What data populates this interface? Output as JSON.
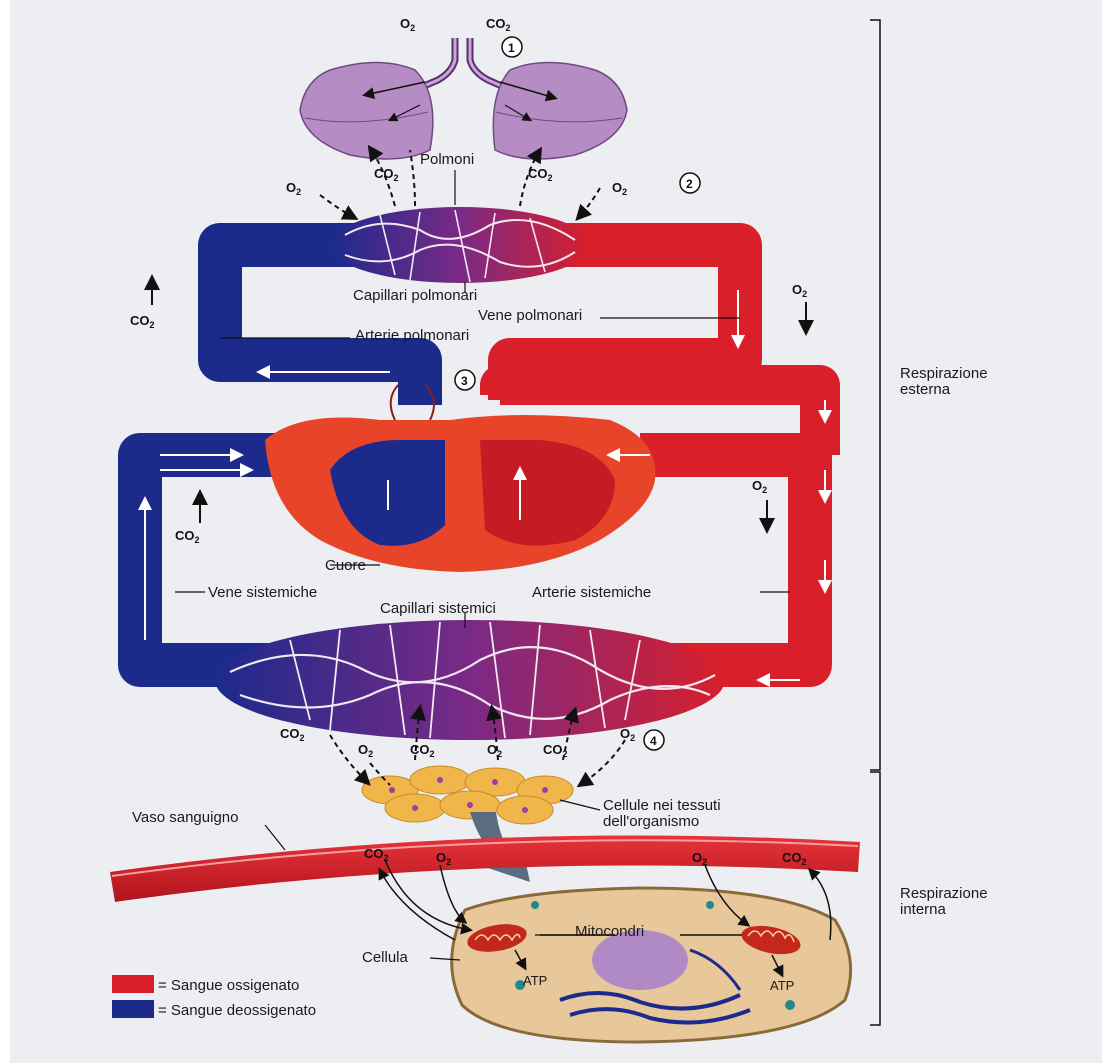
{
  "labels": {
    "lungs": "Polmoni",
    "pulmonary_capillaries": "Capillari polmonari",
    "pulmonary_veins": "Vene polmonari",
    "pulmonary_arteries": "Arterie polmonari",
    "heart": "Cuore",
    "systemic_veins": "Vene sistemiche",
    "systemic_arteries": "Arterie sistemiche",
    "systemic_capillaries": "Capillari sistemici",
    "body_cells_line1": "Cellule nei tessuti",
    "body_cells_line2": "dell'organismo",
    "blood_vessel": "Vaso sanguigno",
    "cell": "Cellula",
    "mitochondria": "Mitocondri",
    "atp": "ATP",
    "external_resp_line1": "Respirazione",
    "external_resp_line2": "esterna",
    "internal_resp_line1": "Respirazione",
    "internal_resp_line2": "interna"
  },
  "gases": {
    "o2": "O",
    "co2": "CO",
    "sub": "2"
  },
  "steps": [
    "1",
    "2",
    "3",
    "4"
  ],
  "legend": [
    {
      "text": "= Sangue ossigenato",
      "color": "#d81f2a"
    },
    {
      "text": "= Sangue deossigenato",
      "color": "#1c2a8c"
    }
  ],
  "colors": {
    "oxygenated": "#d81f2a",
    "deoxygenated": "#1c2a8c",
    "capillary_mix": "#7a2a86",
    "lung": "#b58cc4",
    "heart_muscle": "#e8442a",
    "cell_body": "#e8c79a",
    "nucleus": "#b08ac4",
    "mitochondrion": "#c4281c"
  }
}
